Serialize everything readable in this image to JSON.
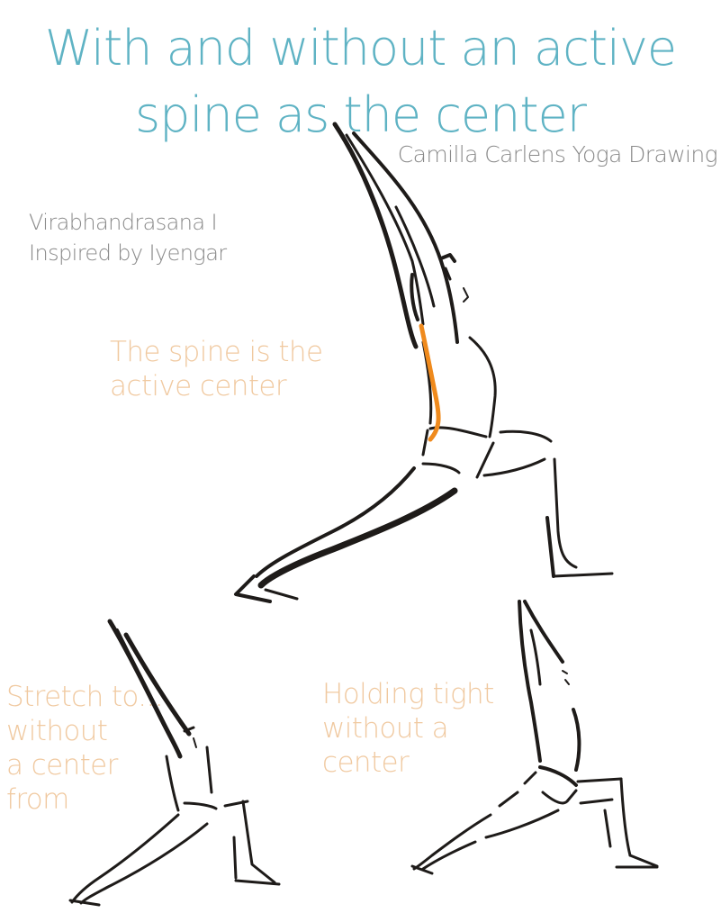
{
  "title": {
    "line1": "With and without an active",
    "line2": "spine as the center"
  },
  "byline": "Camilla Carlens Yoga Drawing",
  "pose": {
    "name": "Virabhandrasana I",
    "inspiration": "Inspired by Iyengar"
  },
  "captions": {
    "main": {
      "line1": "The spine is the",
      "line2": "active center"
    },
    "left": {
      "line1": "Stretch to...",
      "line2": "without",
      "line3": "a center",
      "line4": "from"
    },
    "right": {
      "line1": "Holding tight",
      "line2": "without a",
      "line3": "center"
    }
  },
  "figures": [
    {
      "id": "main",
      "description": "Warrior I pose with active spine highlighted in orange"
    },
    {
      "id": "left",
      "description": "Warrior I pose, stretching without a center"
    },
    {
      "id": "right",
      "description": "Warrior I pose, holding tight without a center"
    }
  ],
  "colors": {
    "title": "#5fb3c4",
    "byline": "#8a8a8a",
    "caption": "#f0c9a0",
    "spine_highlight": "#ef8a1d",
    "ink": "#1e1b19",
    "background": "#ffffff"
  }
}
